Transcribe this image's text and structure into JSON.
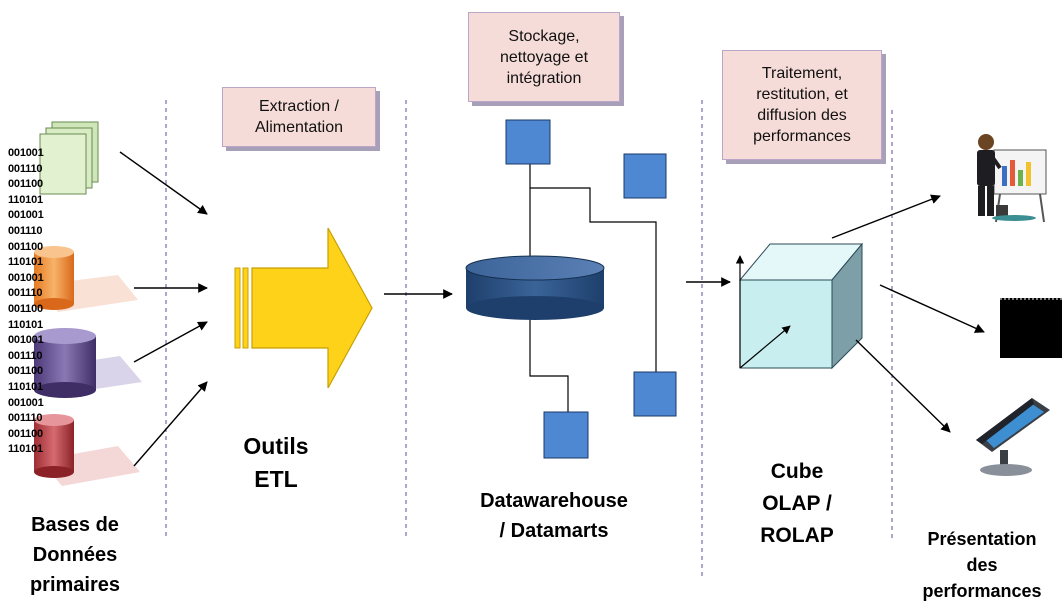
{
  "boxes": {
    "extraction": "Extraction /\nAlimentation",
    "stockage": "Stockage,\nnettoyage et\nintégration",
    "traitement": "Traitement,\nrestitution, et\ndiffusion des\nperformances"
  },
  "labels": {
    "bases": "Bases de\nDonnées\nprimaires",
    "etl": "Outils\nETL",
    "dw": "Datawarehouse\n/ Datamarts",
    "cube": "Cube\nOLAP /\nROLAP",
    "presentation": "Présentation\ndes\nperformances"
  },
  "binary_digits": "001001\n001110\n001100\n110101\n001001\n001110\n001100\n110101\n001001\n001110\n001100\n110101\n001001\n001110\n001100\n110101\n001001\n001110\n001100\n110101",
  "colors": {
    "arrow_yellow": "#ffd21a",
    "warehouse_blue": "#2e5486",
    "square_blue": "#4f88d2",
    "cube_face": "#c9eef0",
    "separator": "#7a6aa8"
  }
}
